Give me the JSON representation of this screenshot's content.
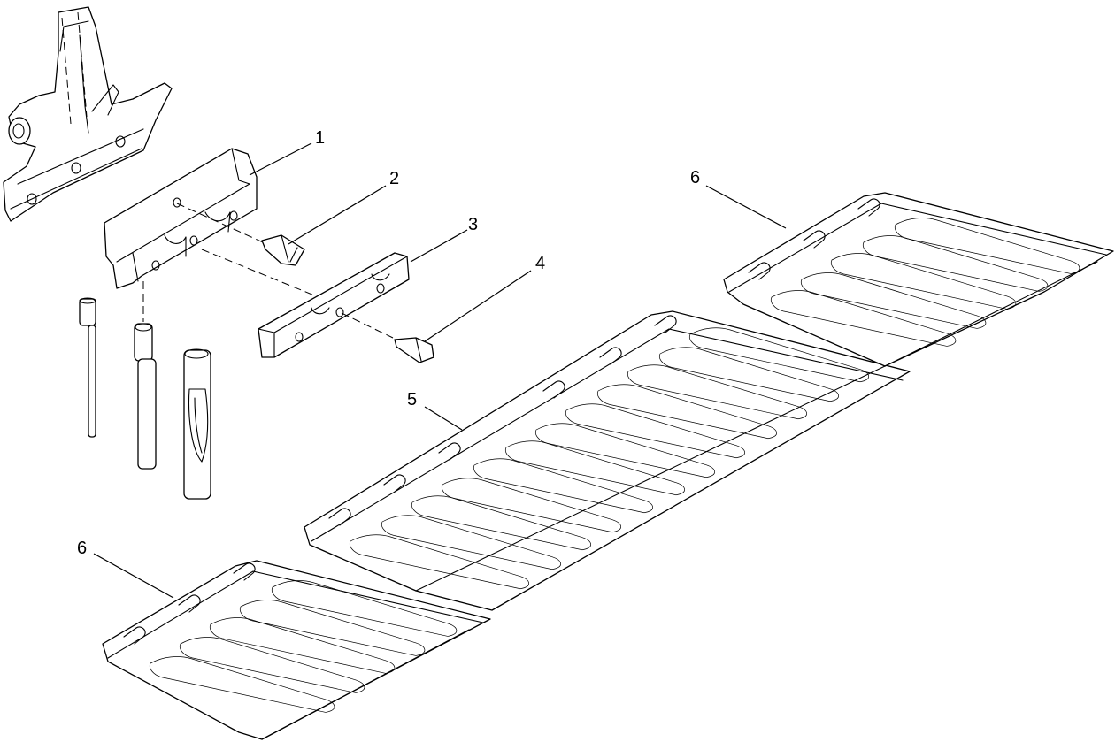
{
  "callouts": [
    {
      "id": "1",
      "text": "1"
    },
    {
      "id": "2",
      "text": "2"
    },
    {
      "id": "3",
      "text": "3"
    },
    {
      "id": "4",
      "text": "4"
    },
    {
      "id": "5",
      "text": "5"
    },
    {
      "id": "6a",
      "text": "6"
    },
    {
      "id": "6b",
      "text": "6"
    }
  ],
  "colors": {
    "line": "#000000",
    "background": "#ffffff"
  }
}
